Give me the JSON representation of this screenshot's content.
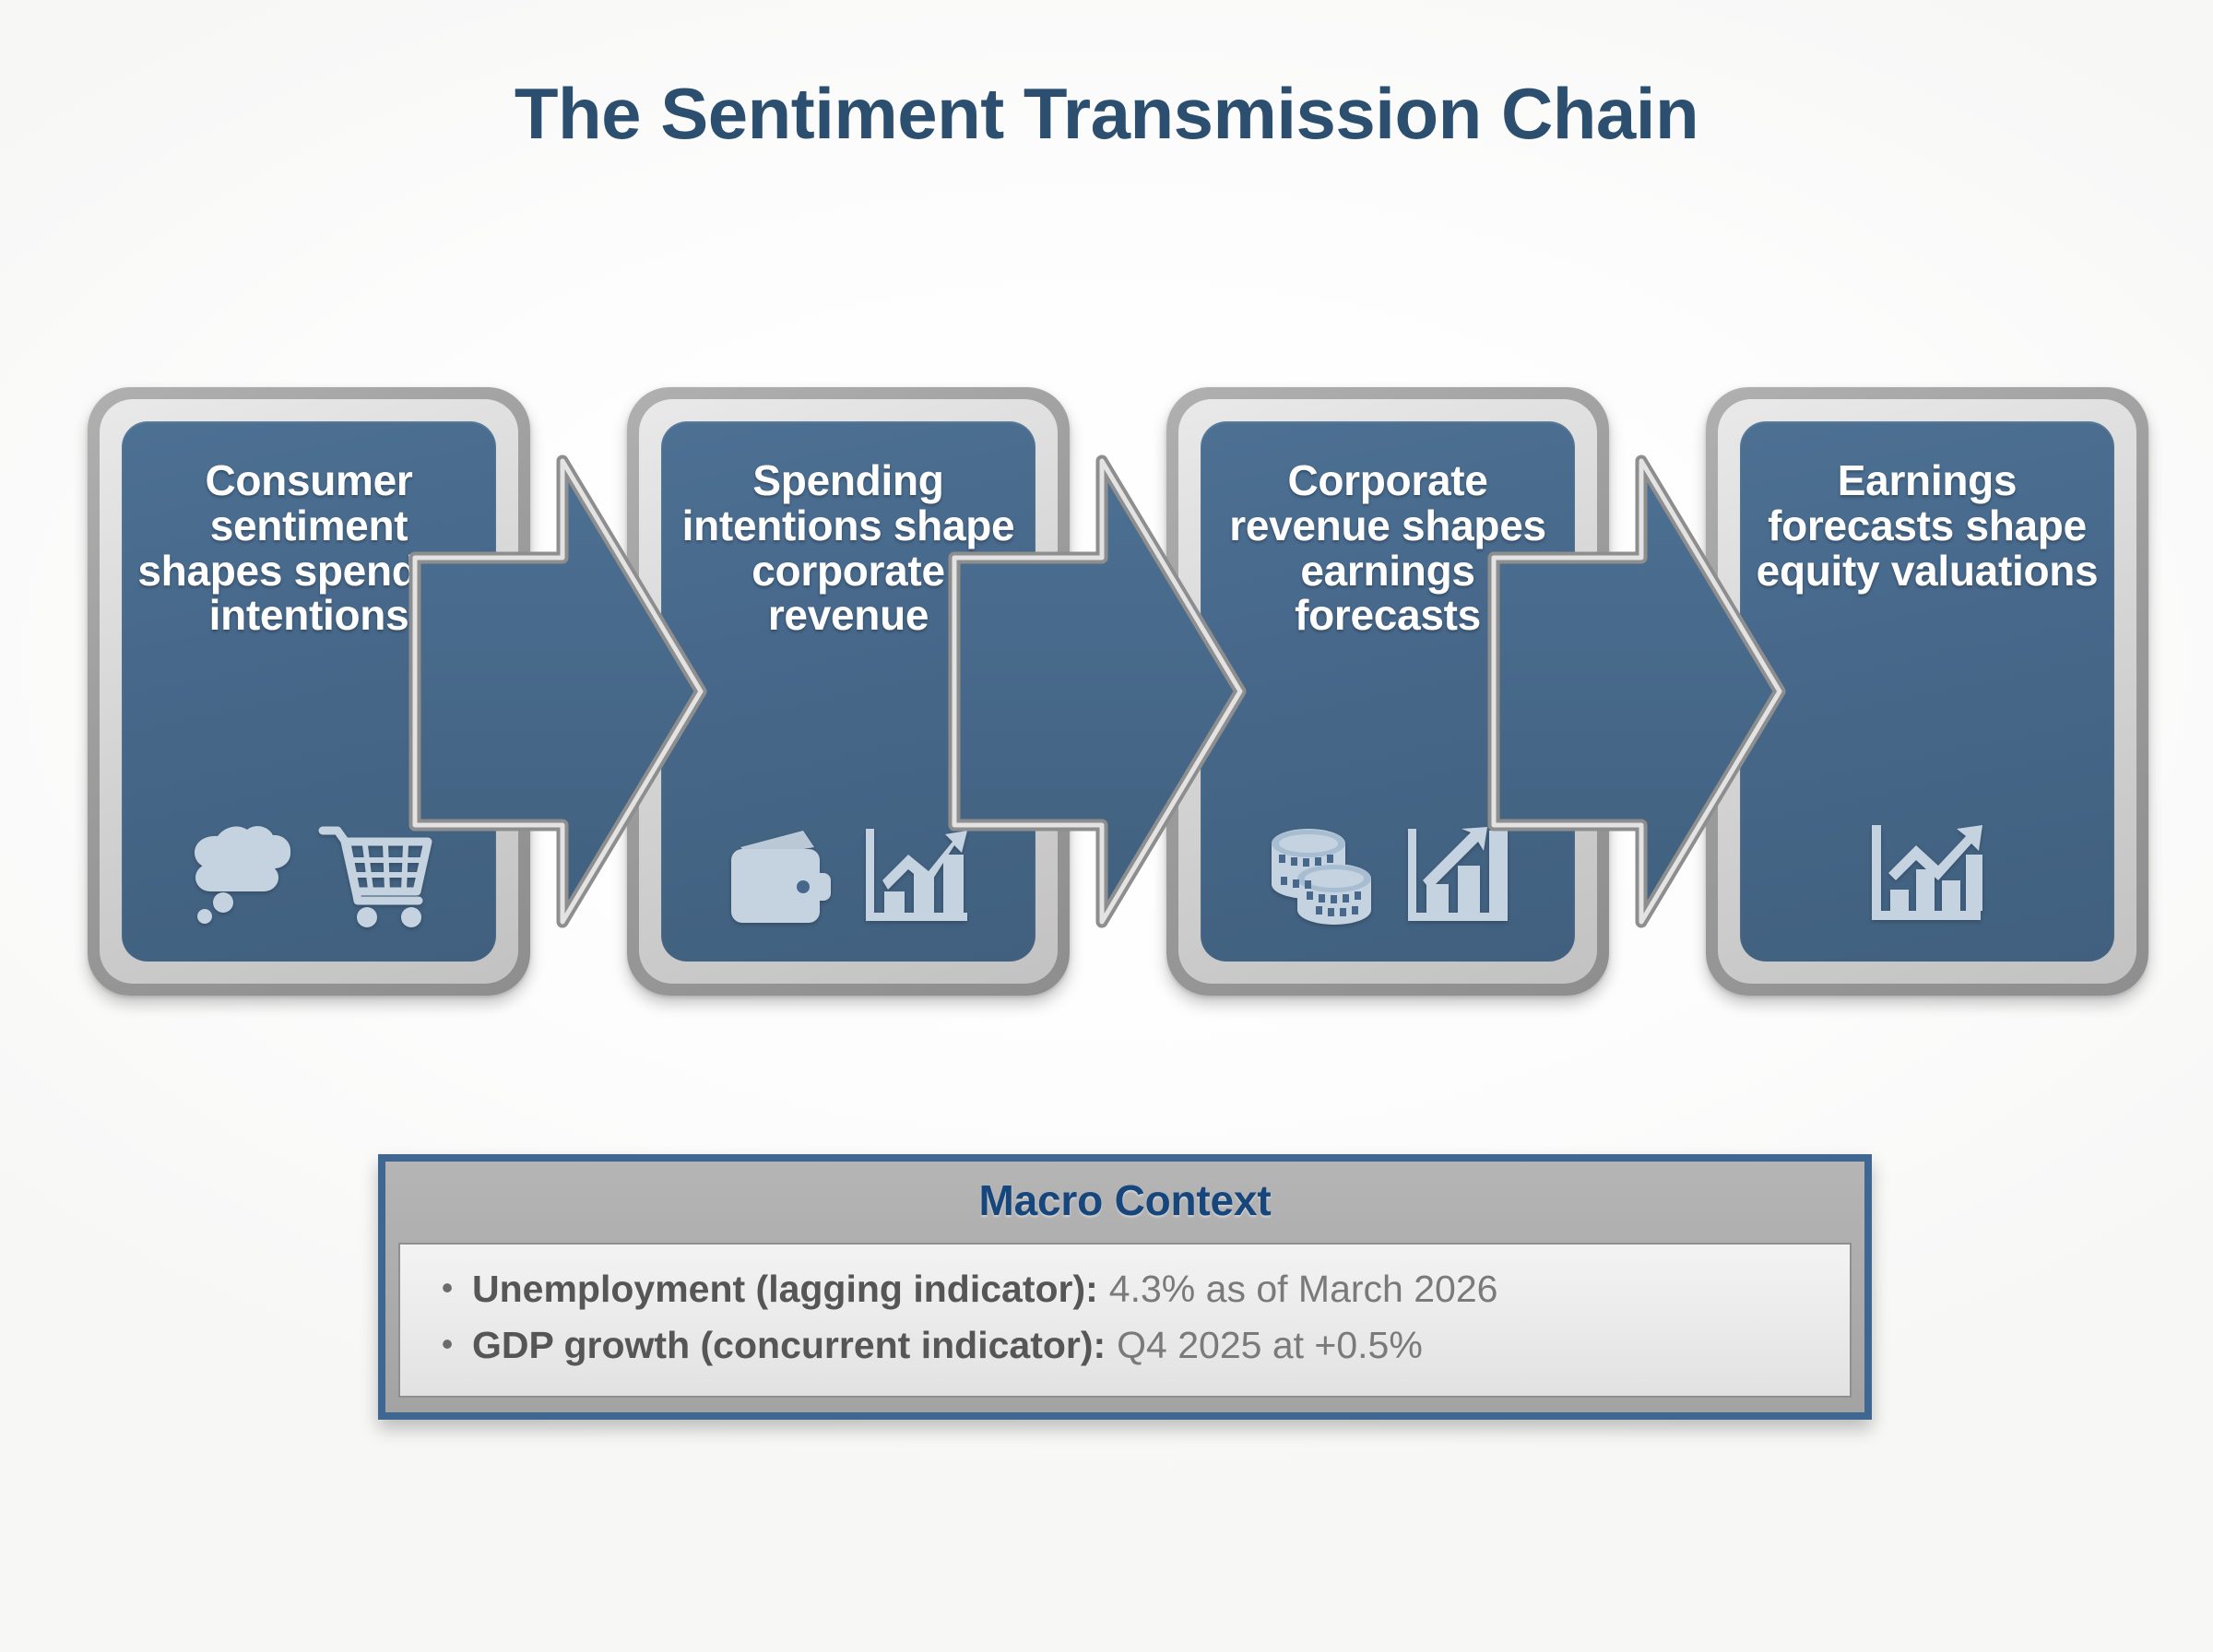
{
  "title": "The Sentiment Transmission Chain",
  "chain": {
    "nodes": [
      {
        "text": "Consumer sentiment shapes spending intentions",
        "icons": [
          "thought-cloud-icon",
          "shopping-cart-icon"
        ]
      },
      {
        "text": "Spending intentions shape corporate revenue",
        "icons": [
          "wallet-icon",
          "growth-bar-chart-icon"
        ]
      },
      {
        "text": "Corporate revenue shapes earnings forecasts",
        "icons": [
          "coin-stack-icon",
          "bar-chart-arrow-icon"
        ]
      },
      {
        "text": "Earnings forecasts shape equity valuations",
        "icons": [
          "growth-bar-chart-icon"
        ]
      }
    ],
    "arrows": [
      "arrow-right-icon",
      "arrow-right-icon",
      "arrow-right-icon"
    ]
  },
  "macro": {
    "title": "Macro Context",
    "bullet_glyph": "•",
    "items": [
      {
        "label": "Unemployment (lagging indicator):",
        "value": "4.3% as of March 2026"
      },
      {
        "label": "GDP growth (concurrent indicator):",
        "value": "Q4 2025 at +0.5%"
      }
    ]
  },
  "colors": {
    "title_blue": "#2c4f70",
    "node_blue": "#47688a",
    "node_frame_gray": "#9c9c9c",
    "icon_light": "#c5d3e0",
    "macro_border_blue": "#3f6791",
    "macro_header_gray": "#a8a8a8",
    "macro_title_blue": "#16467c",
    "macro_text_gray": "#6b6b6b"
  }
}
